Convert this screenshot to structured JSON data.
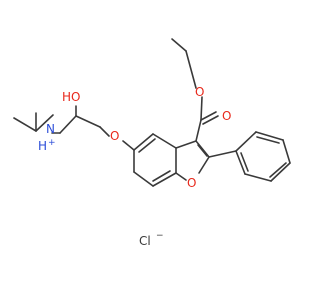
{
  "structure": {
    "atoms": {
      "ester_carbonyl_o": "O",
      "ester_ether_o": "O",
      "aryl_ether_o": "O",
      "furan_o": "O",
      "hydroxyl": "HO",
      "amine_n": "N",
      "amine_h": "H",
      "amine_charge": "+",
      "counter_ion": "Cl",
      "counter_ion_charge": "−"
    }
  }
}
